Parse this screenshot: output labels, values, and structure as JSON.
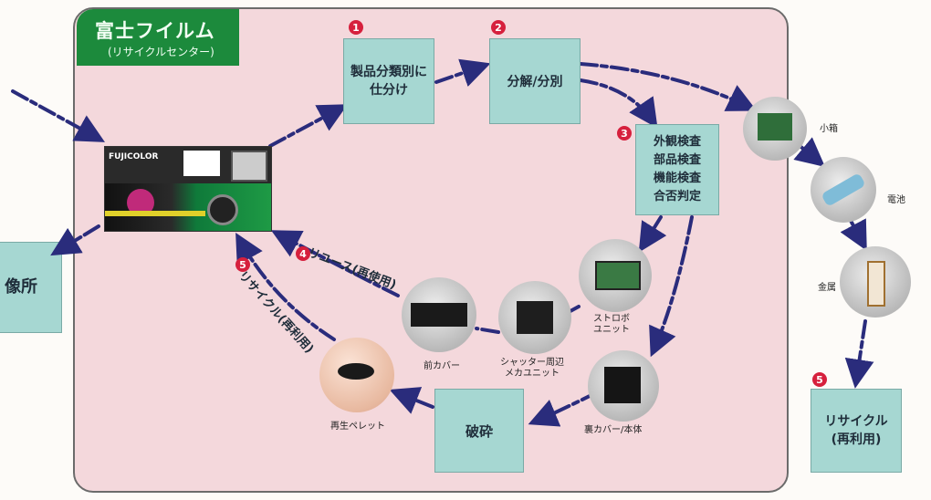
{
  "panel": {
    "brand_title": "富士フイルム",
    "brand_sub": "(リサイクルセンター)"
  },
  "left_partial_label": "像所",
  "steps": [
    {
      "num": "1",
      "label": "製品分類別に\n仕分け"
    },
    {
      "num": "2",
      "label": "分解/分別"
    },
    {
      "num": "3",
      "label": "外観検査\n部品検査\n機能検査\n合否判定"
    }
  ],
  "crush_label": "破砕",
  "recycle_box": {
    "num": "5",
    "label": "リサイクル\n(再利用)"
  },
  "camera_brand": "FUJICOLOR",
  "reuse": {
    "num": "4",
    "label": "リユース(再使用)"
  },
  "recycle_path": {
    "num": "5",
    "label": "リサイクル(再利用)"
  },
  "parts": [
    {
      "label": "ストロボ\nユニット"
    },
    {
      "label": "シャッター周辺\nメカユニット"
    },
    {
      "label": "前カバー"
    },
    {
      "label": "裏カバー/本体"
    },
    {
      "label": "再生ペレット"
    }
  ],
  "materials": [
    {
      "label": "小箱"
    },
    {
      "label": "電池"
    },
    {
      "label": "金属"
    }
  ],
  "colors": {
    "panel": "#f4d8dc",
    "box": "#a6d7d2",
    "brand": "#1c8a3c",
    "arrow": "#2a2c7c",
    "marker": "#d6203d"
  }
}
